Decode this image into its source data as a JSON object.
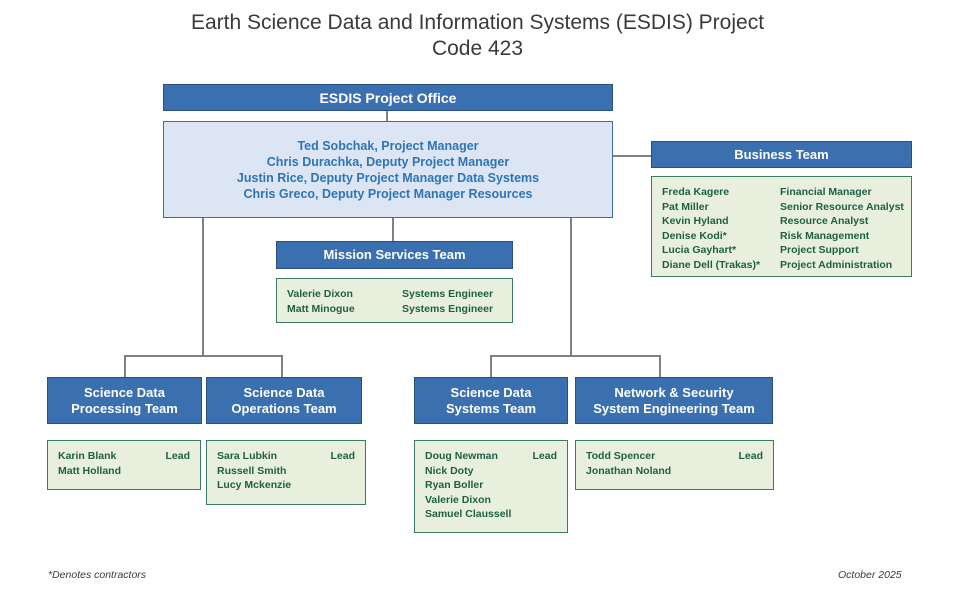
{
  "title": {
    "line1": "Earth Science Data and Information Systems (ESDIS) Project",
    "line2": "Code 423"
  },
  "top_box": {
    "label": "ESDIS Project Office"
  },
  "leadership": {
    "people": [
      "Ted Sobchak, Project Manager",
      "Chris Durachka, Deputy Project Manager",
      "Justin Rice, Deputy Project Manager Data Systems",
      "Chris Greco, Deputy Project Manager Resources"
    ]
  },
  "business_team": {
    "label": "Business Team",
    "members": [
      {
        "name": "Freda Kagere",
        "role": "Financial Manager"
      },
      {
        "name": "Pat Miller",
        "role": "Senior Resource Analyst"
      },
      {
        "name": "Kevin Hyland",
        "role": "Resource Analyst"
      },
      {
        "name": "Denise Kodi*",
        "role": "Risk Management"
      },
      {
        "name": "Lucia Gayhart*",
        "role": "Project Support"
      },
      {
        "name": "Diane Dell (Trakas)*",
        "role": "Project Administration"
      }
    ]
  },
  "mission_services_team": {
    "label": "Mission Services Team",
    "members": [
      {
        "name": "Valerie Dixon",
        "role": "Systems Engineer"
      },
      {
        "name": "Matt Minogue",
        "role": "Systems Engineer"
      }
    ]
  },
  "science_data_processing_team": {
    "label_line1": "Science Data",
    "label_line2": "Processing Team",
    "members": [
      {
        "name": "Karin Blank",
        "role": "Lead"
      },
      {
        "name": "Matt Holland",
        "role": ""
      }
    ]
  },
  "science_data_operations_team": {
    "label_line1": "Science Data",
    "label_line2": "Operations Team",
    "members": [
      {
        "name": "Sara Lubkin",
        "role": "Lead"
      },
      {
        "name": "Russell Smith",
        "role": ""
      },
      {
        "name": "Lucy Mckenzie",
        "role": ""
      }
    ]
  },
  "science_data_systems_team": {
    "label_line1": "Science Data",
    "label_line2": "Systems Team",
    "members": [
      {
        "name": "Doug Newman",
        "role": "Lead"
      },
      {
        "name": "Nick Doty",
        "role": ""
      },
      {
        "name": "Ryan Boller",
        "role": ""
      },
      {
        "name": "Valerie Dixon",
        "role": ""
      },
      {
        "name": "Samuel Claussell",
        "role": ""
      }
    ]
  },
  "network_security_team": {
    "label_line1": "Network & Security",
    "label_line2": "System Engineering Team",
    "members": [
      {
        "name": "Todd Spencer",
        "role": "Lead"
      },
      {
        "name": "Jonathan Noland",
        "role": ""
      }
    ]
  },
  "footer": {
    "note": "*Denotes contractors",
    "date": "October 2025"
  },
  "colors": {
    "header_blue": "#3a6fb0",
    "header_border": "#2a5081",
    "panel_pale_blue": "#dce5f3",
    "leadership_text": "#2e75b6",
    "roster_green_fill": "#e8efdc",
    "roster_green_border": "#3c7a63",
    "roster_text": "#1f6045",
    "connector_gray": "#808080"
  }
}
